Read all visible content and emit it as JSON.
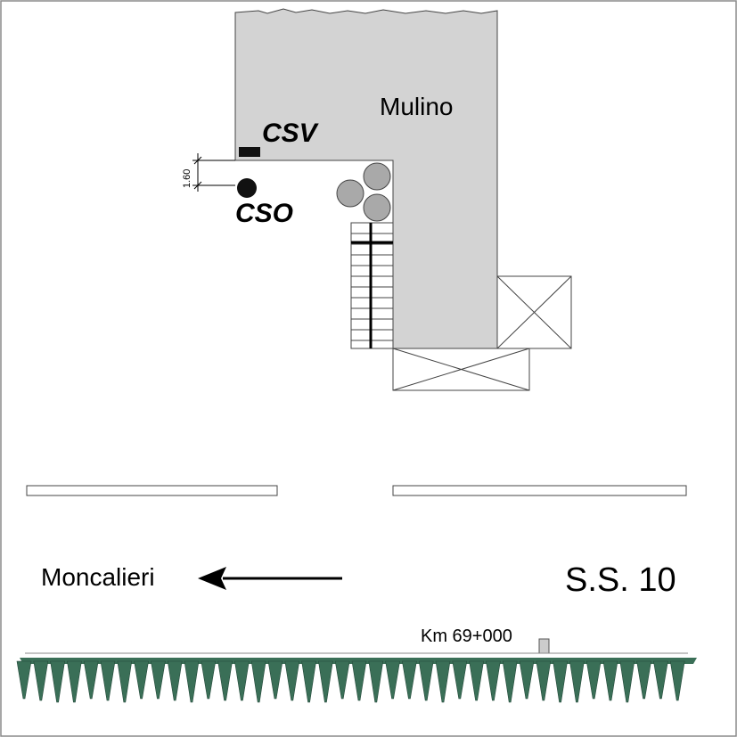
{
  "labels": {
    "building": "Mulino",
    "csv": "CSV",
    "cso": "CSO",
    "dimension": "1.60",
    "direction": "Moncalieri",
    "road": "S.S. 10",
    "milestone": "Km 69+000"
  },
  "colors": {
    "building_fill": "#d3d3d3",
    "tank_fill": "#a9a9a9",
    "hedge_fill": "#3a6f57",
    "milestone_fill": "#cccccc"
  }
}
